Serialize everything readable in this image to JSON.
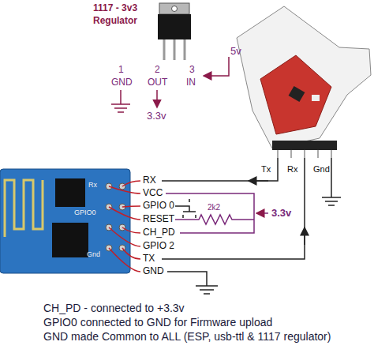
{
  "diagram": {
    "labels": [
      "1117 - 3v3",
      "Regulator",
      "1",
      "GND",
      "2",
      "OUT",
      "3",
      "IN",
      "5v",
      "3.3v",
      "Rx",
      "GPIO0",
      "Gnd",
      "RX",
      "VCC",
      "GPIO 0",
      "RESET",
      "CH_PD",
      "GPIO 2",
      "TX",
      "GND",
      "2k2",
      "3.3v",
      "Tx",
      "Rx",
      "Gnd",
      "CH_PD - connected to +3.3v",
      "GPIO0 connected to GND for Firmware upload",
      "GND made Common to ALL (ESP, usb-ttl & 1117 regulator)"
    ]
  }
}
